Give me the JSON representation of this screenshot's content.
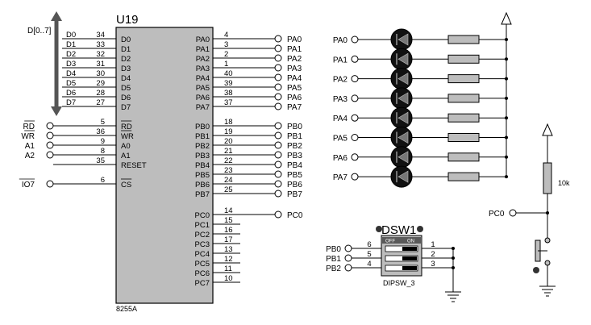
{
  "chip": {
    "ref": "U19",
    "part": "8255A",
    "left_pins": [
      {
        "num": "34",
        "name": "D0",
        "net": "D0"
      },
      {
        "num": "33",
        "name": "D1",
        "net": "D1"
      },
      {
        "num": "32",
        "name": "D2",
        "net": "D2"
      },
      {
        "num": "31",
        "name": "D3",
        "net": "D3"
      },
      {
        "num": "30",
        "name": "D4",
        "net": "D4"
      },
      {
        "num": "29",
        "name": "D5",
        "net": "D5"
      },
      {
        "num": "28",
        "name": "D6",
        "net": "D6"
      },
      {
        "num": "27",
        "name": "D7",
        "net": "D7"
      },
      {
        "num": "5",
        "name": "RD",
        "net": "RD",
        "overbar": true
      },
      {
        "num": "36",
        "name": "WR",
        "net": "WR",
        "overbar": true
      },
      {
        "num": "9",
        "name": "A0",
        "net": "A1"
      },
      {
        "num": "8",
        "name": "A1",
        "net": "A2"
      },
      {
        "num": "35",
        "name": "RESET",
        "net": ""
      },
      {
        "num": "6",
        "name": "CS",
        "net": "IO7",
        "overbar": true
      }
    ],
    "right_pins": [
      {
        "num": "4",
        "name": "PA0",
        "net": "PA0"
      },
      {
        "num": "3",
        "name": "PA1",
        "net": "PA1"
      },
      {
        "num": "2",
        "name": "PA2",
        "net": "PA2"
      },
      {
        "num": "1",
        "name": "PA3",
        "net": "PA3"
      },
      {
        "num": "40",
        "name": "PA4",
        "net": "PA4"
      },
      {
        "num": "39",
        "name": "PA5",
        "net": "PA5"
      },
      {
        "num": "38",
        "name": "PA6",
        "net": "PA6"
      },
      {
        "num": "37",
        "name": "PA7",
        "net": "PA7"
      },
      {
        "num": "18",
        "name": "PB0",
        "net": "PB0"
      },
      {
        "num": "19",
        "name": "PB1",
        "net": "PB1"
      },
      {
        "num": "20",
        "name": "PB2",
        "net": "PB2"
      },
      {
        "num": "21",
        "name": "PB3",
        "net": "PB3"
      },
      {
        "num": "22",
        "name": "PB4",
        "net": "PB4"
      },
      {
        "num": "23",
        "name": "PB5",
        "net": "PB5"
      },
      {
        "num": "24",
        "name": "PB6",
        "net": "PB6"
      },
      {
        "num": "25",
        "name": "PB7",
        "net": "PB7"
      },
      {
        "num": "14",
        "name": "PC0",
        "net": "PC0"
      },
      {
        "num": "15",
        "name": "PC1",
        "net": ""
      },
      {
        "num": "16",
        "name": "PC2",
        "net": ""
      },
      {
        "num": "17",
        "name": "PC3",
        "net": ""
      },
      {
        "num": "13",
        "name": "PC4",
        "net": ""
      },
      {
        "num": "12",
        "name": "PC5",
        "net": ""
      },
      {
        "num": "11",
        "name": "PC6",
        "net": ""
      },
      {
        "num": "10",
        "name": "PC7",
        "net": ""
      }
    ]
  },
  "bus": {
    "label": "D[0..7]"
  },
  "leds": [
    "PA0",
    "PA1",
    "PA2",
    "PA3",
    "PA4",
    "PA5",
    "PA6",
    "PA7"
  ],
  "resistor": {
    "value": "10k",
    "net": "PC0"
  },
  "dipswitch": {
    "ref": "DSW1",
    "part": "DIPSW_3",
    "off_label": "OFF",
    "on_label": "ON",
    "rows": [
      {
        "net": "PB0",
        "left_num": "6",
        "right_num": "1"
      },
      {
        "net": "PB1",
        "left_num": "5",
        "right_num": "2"
      },
      {
        "net": "PB2",
        "left_num": "4",
        "right_num": "3"
      }
    ]
  }
}
